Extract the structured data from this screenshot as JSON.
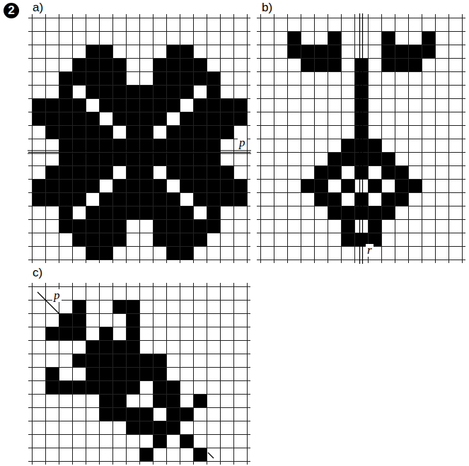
{
  "diagram": {
    "labels": [
      "2",
      "a)",
      "b)",
      "p",
      "r",
      "c)",
      "p"
    ]
  }
}
